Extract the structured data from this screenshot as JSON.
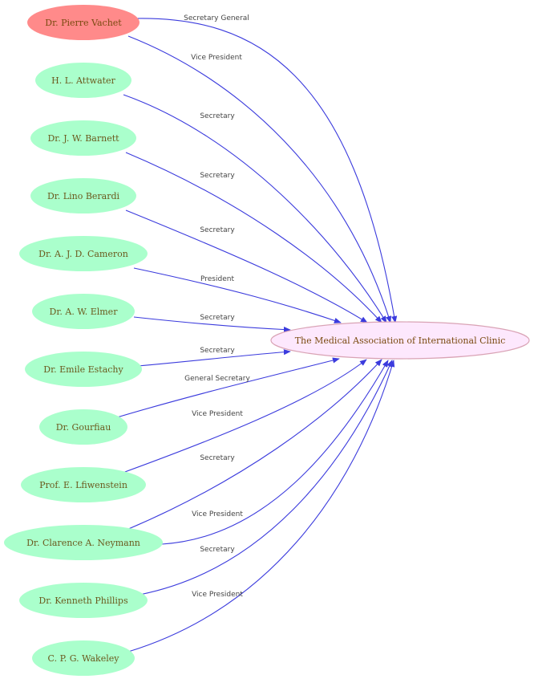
{
  "colors": {
    "edge": "#3b3bdd",
    "person_fill": "#aaffcc",
    "person_text": "#6b5a1e",
    "highlight_fill": "#ff8a8a",
    "highlight_text": "#7a4a10",
    "org_fill": "#fde8fd",
    "org_stroke": "#d9a3b5",
    "org_text": "#7a4a10",
    "edge_label": "#444444"
  },
  "org": {
    "name": "The Medical Association of International Clinic"
  },
  "people": [
    {
      "name": "Dr. Pierre Vachet",
      "role": "Secretary General",
      "highlight": true
    },
    {
      "name": "Dr. Pierre Vachet",
      "role": "Vice President",
      "duplicate": true
    },
    {
      "name": "H. L. Attwater",
      "role": "Secretary"
    },
    {
      "name": "Dr. J. W. Barnett",
      "role": "Secretary"
    },
    {
      "name": "Dr. Lino Berardi",
      "role": "Secretary"
    },
    {
      "name": "Dr. A. J. D. Cameron",
      "role": "President"
    },
    {
      "name": "Dr. A. W. Elmer",
      "role": "Secretary"
    },
    {
      "name": "Dr. Emile Estachy",
      "role": "Secretary"
    },
    {
      "name": "Dr. Gourfiau",
      "role": "General Secretary"
    },
    {
      "name": "Prof. E. Lfiwenstein",
      "role": "Vice President"
    },
    {
      "name": "Dr. Clarence A. Neymann",
      "role": "Secretary"
    },
    {
      "name": "Dr. Clarence A. Neymann",
      "role": "Vice President",
      "duplicate": true
    },
    {
      "name": "Dr. Kenneth Phillips",
      "role": "Secretary"
    },
    {
      "name": "C. P. G. Wakeley",
      "role": "Vice President"
    }
  ]
}
